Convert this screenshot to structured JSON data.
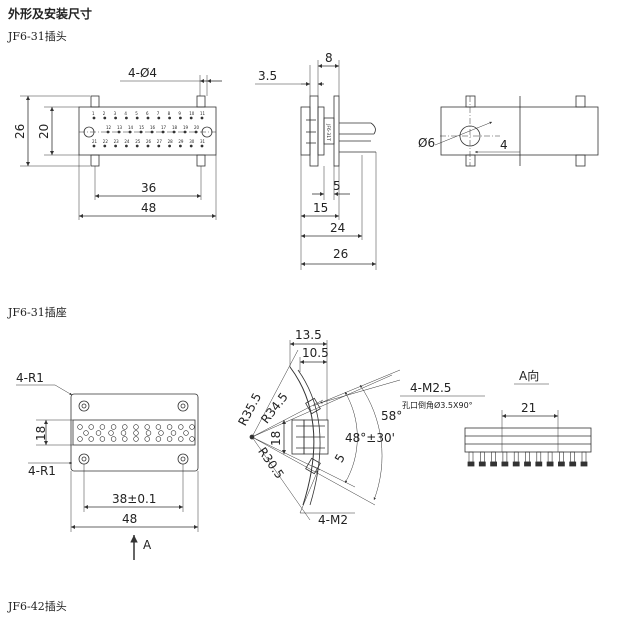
{
  "page": {
    "heading": "外形及安装尺寸",
    "section1": "JF6-31插头",
    "section2": "JF6-31插座",
    "section3": "JF6-42插头"
  },
  "plug_front": {
    "hole_label": "4-Ø4",
    "height_outer": "26",
    "height_inner": "20",
    "pitch_width": "36",
    "width": "48",
    "row1": [
      "1",
      "2",
      "3",
      "4",
      "5",
      "6",
      "7",
      "8",
      "9",
      "10",
      "11"
    ],
    "row2": [
      "12",
      "13",
      "14",
      "15",
      "16",
      "17",
      "18",
      "19",
      "20"
    ],
    "row3": [
      "21",
      "22",
      "23",
      "24",
      "25",
      "26",
      "27",
      "28",
      "29",
      "30",
      "31"
    ]
  },
  "plug_side": {
    "dim_3_5": "3.5",
    "dim_8": "8",
    "dim_5": "5",
    "dim_15": "15",
    "dim_24": "24",
    "dim_26": "26",
    "marking": "JF6-31T"
  },
  "plug_top": {
    "dia": "Ø6",
    "dim_4": "4"
  },
  "socket_front": {
    "r_top": "4-R1",
    "r_bottom": "4-R1",
    "height": "18",
    "pitch_width": "38±0.1",
    "width": "48",
    "view_arrow": "A"
  },
  "socket_side": {
    "dim_13_5": "13.5",
    "dim_10_5": "10.5",
    "r35_5": "R35.5",
    "r34_5": "R34.5",
    "r30_5": "R30.5",
    "dim_18": "18",
    "dim_5": "5",
    "angle_48": "48°±30'",
    "angle_58": "58°",
    "screw_top": "4-M2.5",
    "screw_note": "孔口倒角Ø3.5X90°",
    "screw_bottom": "4-M2"
  },
  "socket_view_a": {
    "title": "A向",
    "dim_21": "21"
  }
}
